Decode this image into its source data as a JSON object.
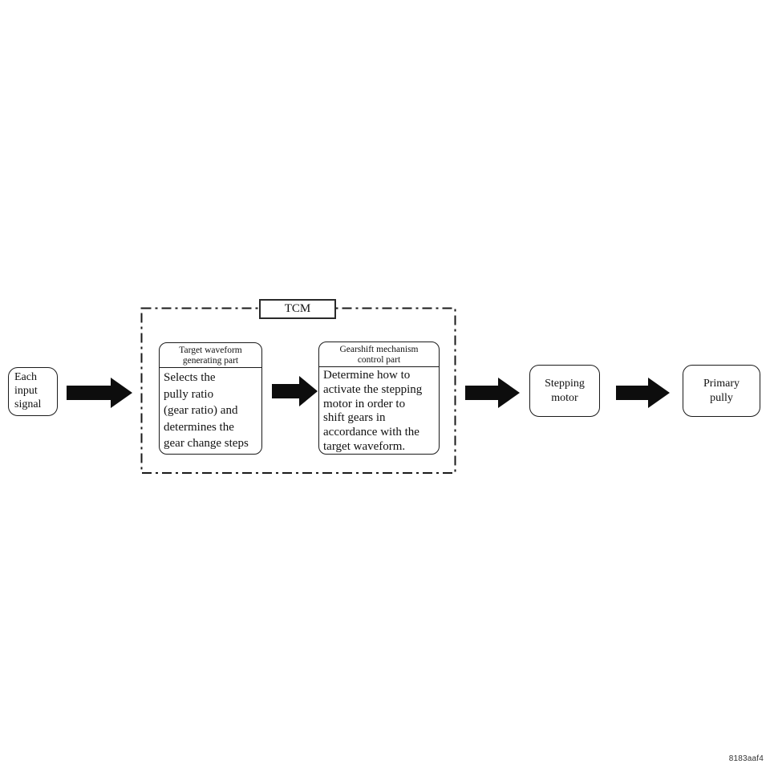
{
  "page": {
    "background": "#ffffff",
    "figure_code": "8183aaf4"
  },
  "diagram": {
    "type": "flowchart",
    "flow": [
      "Each input signal",
      "TCM: Target waveform generating part",
      "TCM: Gearshift mechanism control part",
      "Stepping motor",
      "Primary pully"
    ],
    "input_box": {
      "label": "Each\ninput\nsignal"
    },
    "tcm": {
      "label": "TCM",
      "generating_part": {
        "title": "Target waveform\ngenerating part",
        "body": "Selects the\npully ratio\n(gear ratio) and\ndetermines the\ngear change steps"
      },
      "control_part": {
        "title": "Gearshift mechanism\ncontrol part",
        "body": "Determine how to\nactivate the stepping\nmotor in order to\nshift gears in\naccordance with the\ntarget waveform."
      }
    },
    "stepping_motor_box": {
      "label": "Stepping\nmotor"
    },
    "primary_pully_box": {
      "label": "Primary\npully"
    },
    "colors": {
      "line": "#1a1a1a",
      "arrow": "#0d0d0d",
      "text": "#111111",
      "background": "#ffffff"
    }
  }
}
